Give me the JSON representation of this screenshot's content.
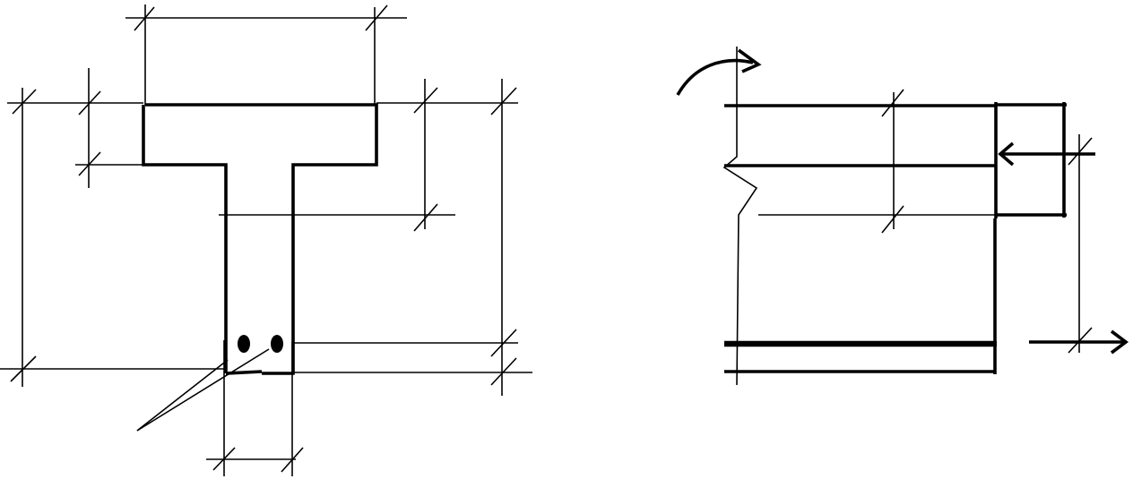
{
  "colors": {
    "background": "#ffffff",
    "ink": "#000000"
  },
  "figures": [
    {
      "id": "t-beam-cross-section",
      "elements": [
        "flange",
        "web",
        "rebar-pair",
        "dimension-lines",
        "leader-line"
      ],
      "rebar_count": 2
    },
    {
      "id": "beam-longitudinal-section",
      "elements": [
        "moment-arrow",
        "top-edge",
        "flange-edge",
        "break-line",
        "neutral-axis",
        "compression-block",
        "compression-force-arrow",
        "tension-reinforcement",
        "bottom-edge",
        "tension-force-arrow",
        "dimension-lines"
      ]
    }
  ]
}
